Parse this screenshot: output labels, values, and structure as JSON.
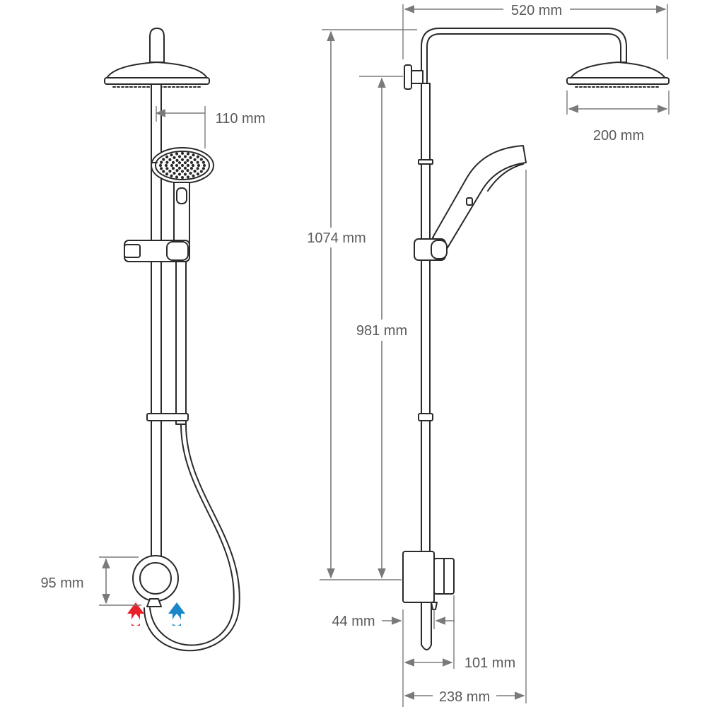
{
  "dimensions": {
    "overhead_reach": "520 mm",
    "head_diameter": "200 mm",
    "handset_offset": "110 mm",
    "total_height": "1074 mm",
    "rail_height": "981 mm",
    "valve_height": "95 mm",
    "outlet_depth": "44 mm",
    "valve_depth": "101 mm",
    "handset_projection": "238 mm"
  },
  "icons": {
    "hot_inlet": "hot-water-inlet-icon",
    "cold_inlet": "cold-water-inlet-icon"
  },
  "colors": {
    "hot": "#e8212b",
    "cold": "#1b87c9",
    "line": "#2a2a2a",
    "dimension": "#7a7a7a"
  }
}
